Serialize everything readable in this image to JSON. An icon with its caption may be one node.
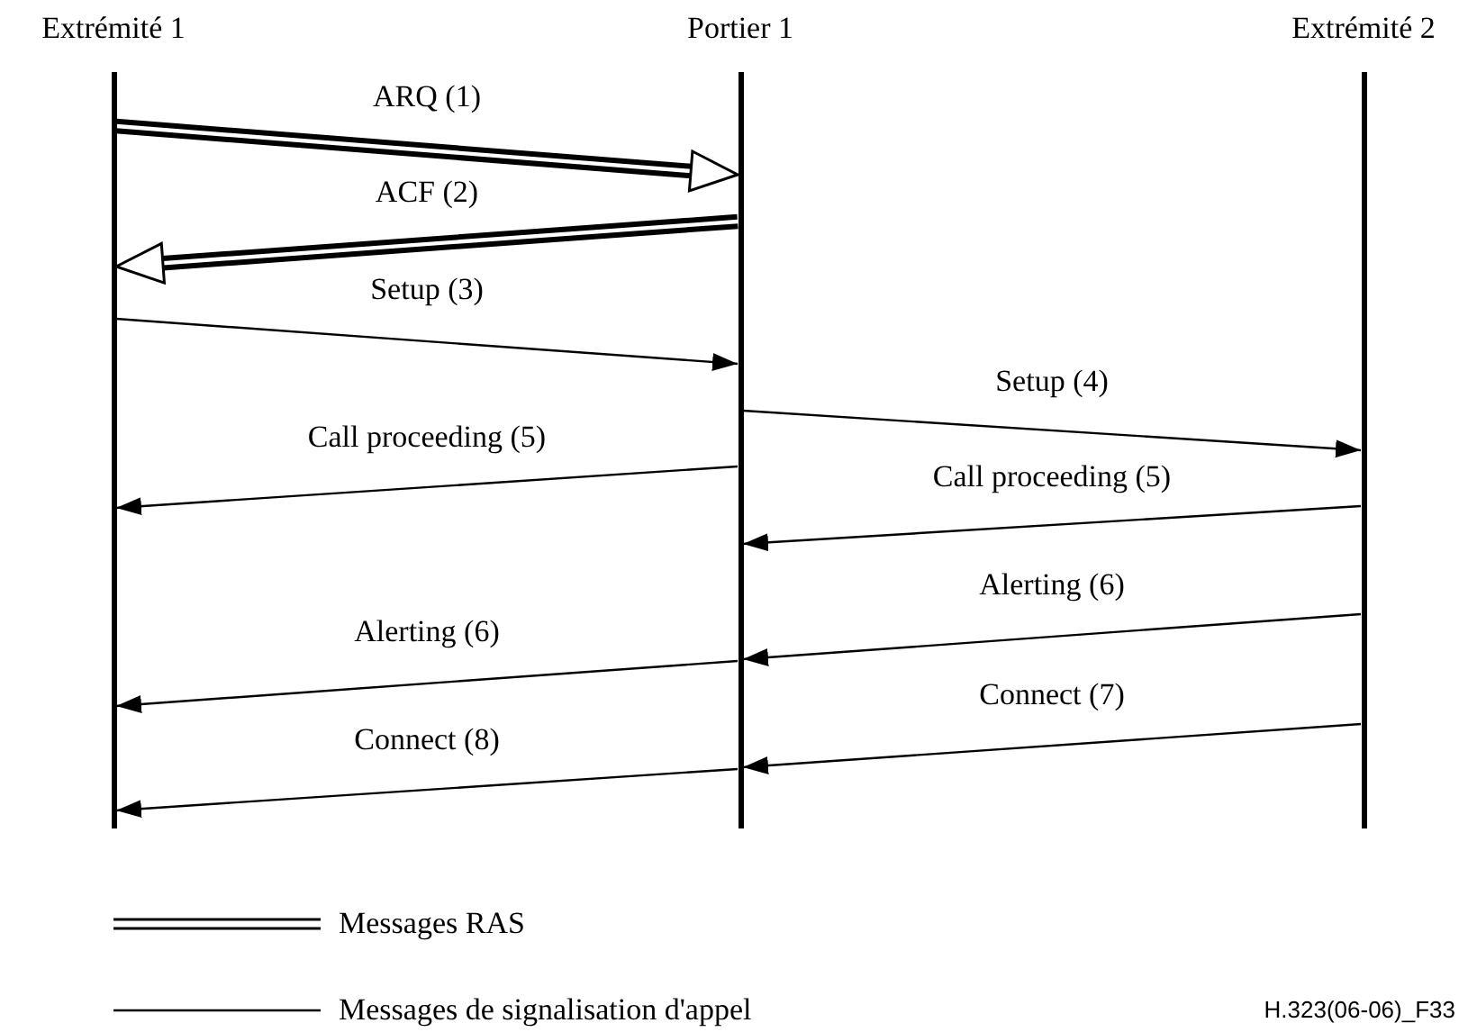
{
  "diagram": {
    "nodes": [
      {
        "text": [
          "Extrémité 1"
        ]
      },
      {
        "text": [
          "Portier 1"
        ]
      },
      {
        "text": [
          "Extrémité 2"
        ]
      }
    ],
    "edges": [
      {
        "from": 0,
        "to": 1,
        "arrow": "to",
        "label": "ARQ (1)",
        "style": "thick"
      },
      {
        "from": 1,
        "to": 0,
        "arrow": "to",
        "label": "ACF (2)",
        "style": "thick"
      },
      {
        "from": 0,
        "to": 1,
        "arrow": "to",
        "label": "Setup (3)"
      },
      {
        "from": 1,
        "to": 2,
        "arrow": "to",
        "label": "Setup (4)"
      },
      {
        "from": 1,
        "to": 0,
        "arrow": "to",
        "label": "Call proceeding (5)"
      },
      {
        "from": 2,
        "to": 1,
        "arrow": "to",
        "label": "Call proceeding (5)"
      },
      {
        "from": 2,
        "to": 1,
        "arrow": "to",
        "label": "Alerting (6)"
      },
      {
        "from": 1,
        "to": 0,
        "arrow": "to",
        "label": "Alerting (6)"
      },
      {
        "from": 2,
        "to": 1,
        "arrow": "to",
        "label": "Connect (7)"
      },
      {
        "from": 1,
        "to": 0,
        "arrow": "to",
        "label": "Connect (8)"
      }
    ],
    "labels": [
      "H.323(06-06)_F33"
    ],
    "legend": [
      {
        "text": "Messages RAS"
      },
      {
        "text": "Messages de signalisation d'appel"
      }
    ]
  }
}
